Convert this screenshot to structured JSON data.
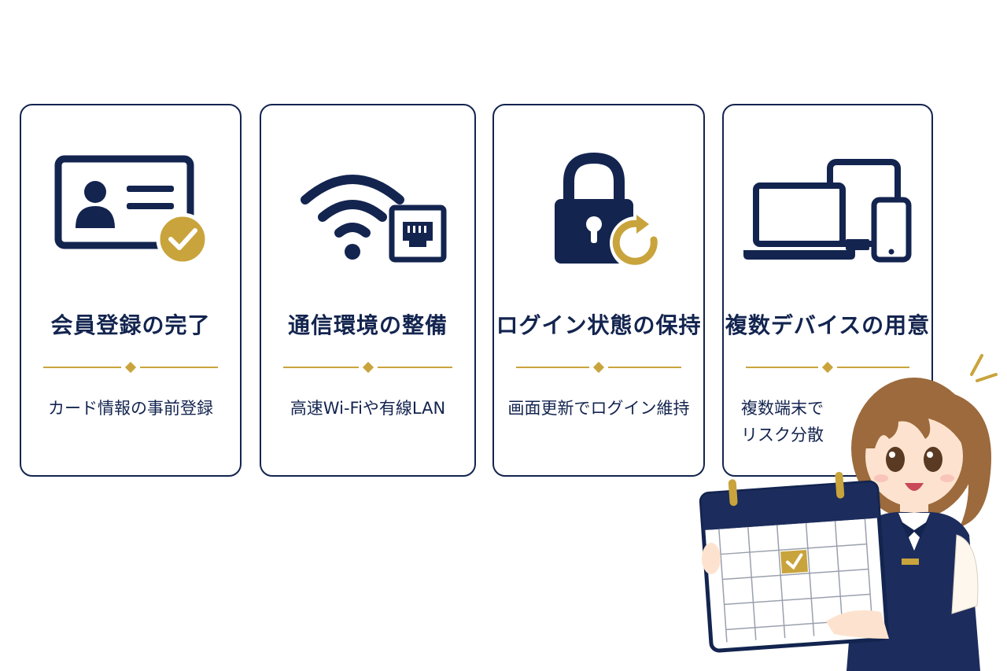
{
  "cards": [
    {
      "title": "会員登録の完了",
      "subtitle": [
        "カード情報の事前登録"
      ],
      "icon": "id-card-check-icon"
    },
    {
      "title": "通信環境の整備",
      "subtitle": [
        "高速Wi-Fiや有線LAN"
      ],
      "icon": "wifi-lan-icon"
    },
    {
      "title": "ログイン状態の保持",
      "subtitle": [
        "画面更新でログイン維持"
      ],
      "icon": "lock-refresh-icon"
    },
    {
      "title": "複数デバイスの用意",
      "subtitle": [
        "複数端末で",
        "リスク分散"
      ],
      "icon": "devices-icon"
    }
  ],
  "colors": {
    "navy": "#13244f",
    "gold": "#c9a43c",
    "background": "#ffffff"
  }
}
